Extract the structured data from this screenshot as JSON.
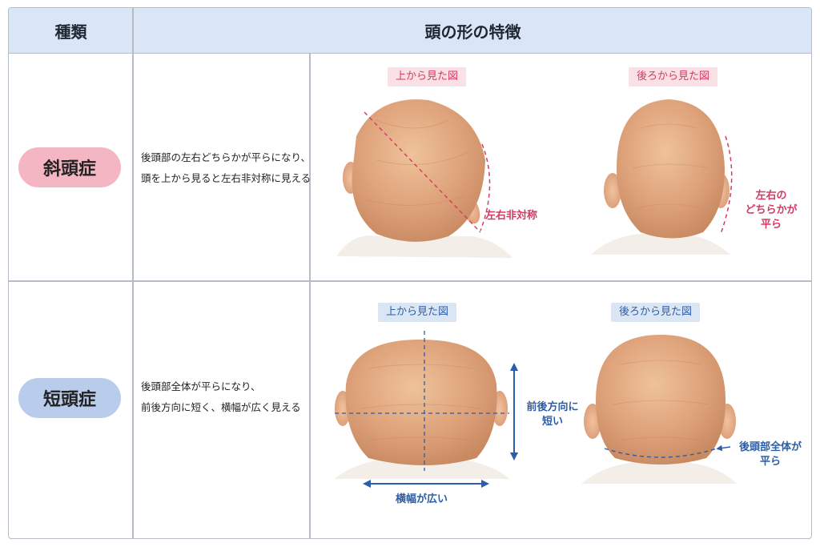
{
  "header": {
    "col1": "種類",
    "col2": "頭の形の特徴"
  },
  "rows": [
    {
      "type": "斜頭症",
      "desc_line1": "後頭部の左右どちらかが平らになり、",
      "desc_line2": "頭を上から見ると左右非対称に見える",
      "view_top": "上から見た図",
      "view_back": "後ろから見た図",
      "ann_top": "左右非対称",
      "ann_back_line1": "左右の",
      "ann_back_line2": "どちらかが",
      "ann_back_line3": "平ら",
      "color": "#d43a62"
    },
    {
      "type": "短頭症",
      "desc_line1": "後頭部全体が平らになり、",
      "desc_line2": "前後方向に短く、横幅が広く見える",
      "view_top": "上から見た図",
      "view_back": "後ろから見た図",
      "ann_top_side_line1": "前後方向に",
      "ann_top_side_line2": "短い",
      "ann_top_bottom": "横幅が広い",
      "ann_back_line1": "後頭部全体が",
      "ann_back_line2": "平ら",
      "color": "#2c5da8"
    }
  ]
}
